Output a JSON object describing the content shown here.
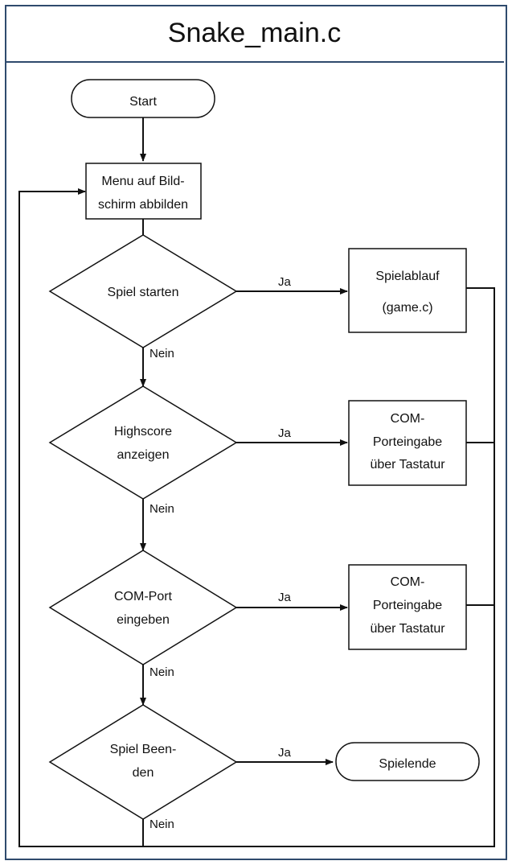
{
  "title": "Snake_main.c",
  "nodes": {
    "start": {
      "lines": [
        "Start"
      ]
    },
    "menu": {
      "lines": [
        "Menu auf Bild-",
        "schirm abbilden"
      ]
    },
    "spiel_starten": {
      "lines": [
        "Spiel starten"
      ]
    },
    "spielablauf": {
      "lines": [
        "Spielablauf",
        "(game.c)"
      ]
    },
    "highscore": {
      "lines": [
        "Highscore",
        "anzeigen"
      ]
    },
    "com_eingabe_1": {
      "lines": [
        "COM-",
        "Porteingabe",
        "über Tastatur"
      ]
    },
    "com_port": {
      "lines": [
        "COM-Port",
        "eingeben"
      ]
    },
    "com_eingabe_2": {
      "lines": [
        "COM-",
        "Porteingabe",
        "über Tastatur"
      ]
    },
    "spiel_beenden": {
      "lines": [
        "Spiel Been-",
        "den"
      ]
    },
    "spielende": {
      "lines": [
        "Spielende"
      ]
    }
  },
  "edge_labels": {
    "yes": "Ja",
    "no": "Nein"
  }
}
